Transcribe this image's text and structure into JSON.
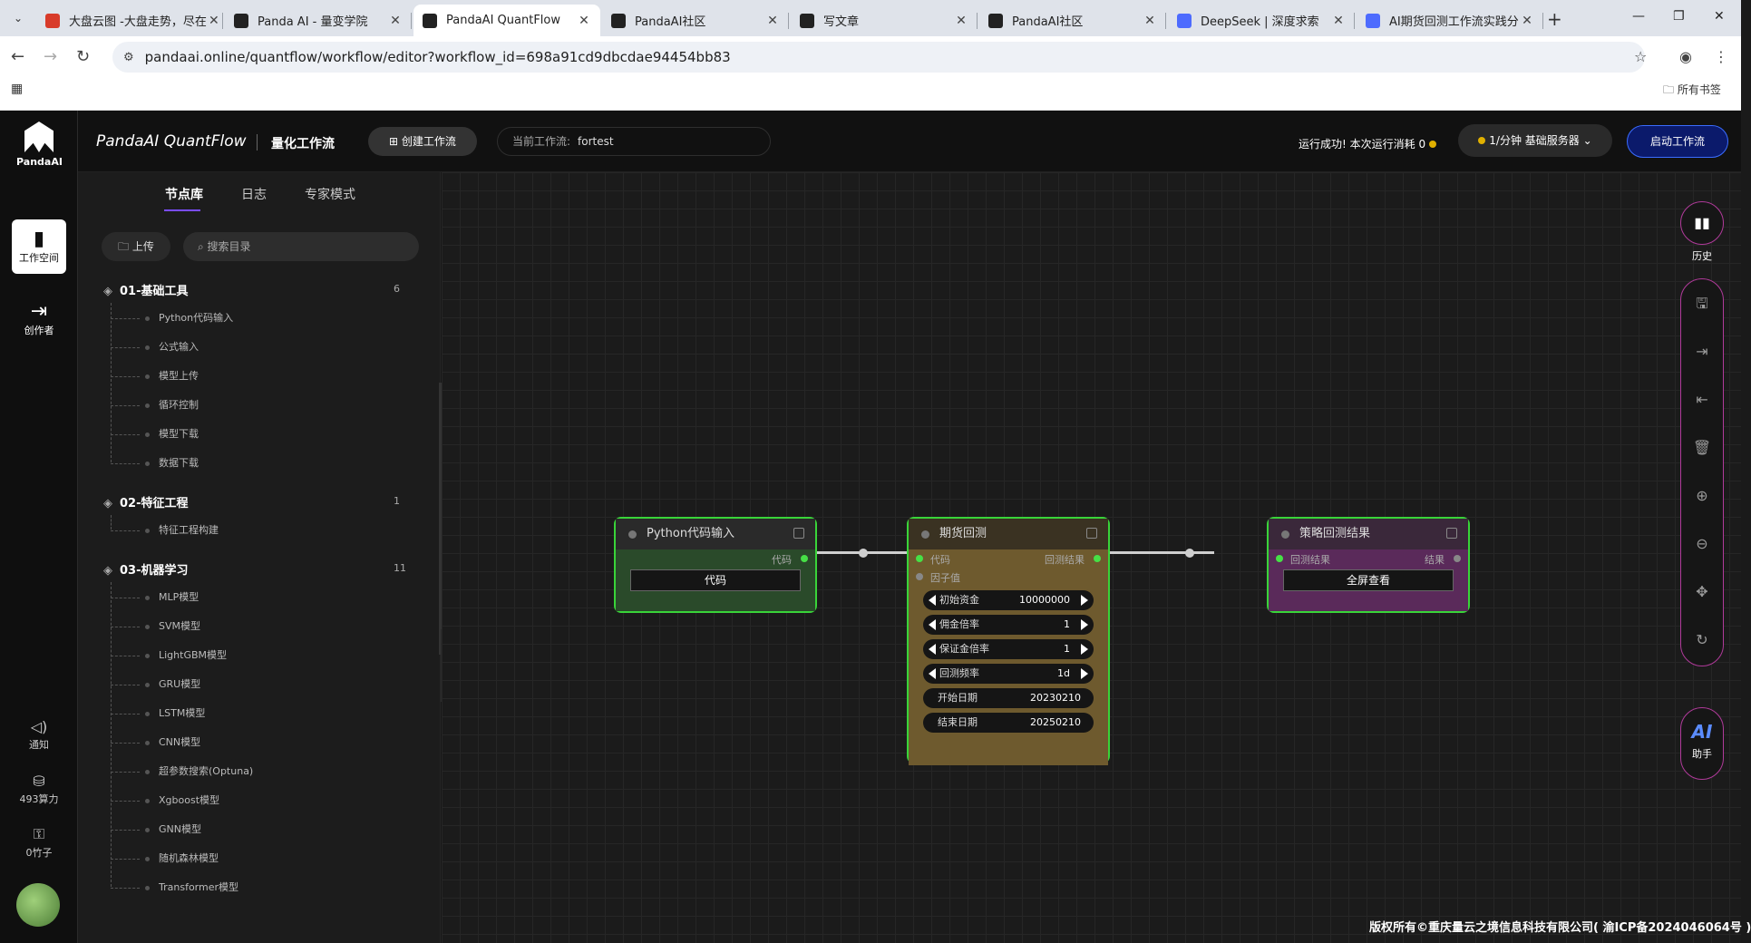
{
  "browser": {
    "tabs": [
      {
        "title": "大盘云图 -大盘走势，尽在",
        "icon": "chart-favicon",
        "color": "#d83b2a",
        "active": false
      },
      {
        "title": "Panda AI - 量变学院",
        "icon": "panda-favicon",
        "color": "#222222",
        "active": false
      },
      {
        "title": "PandaAI QuantFlow",
        "icon": "panda-favicon",
        "color": "#222222",
        "active": true
      },
      {
        "title": "PandaAI社区",
        "icon": "panda-favicon",
        "color": "#222222",
        "active": false
      },
      {
        "title": "写文章",
        "icon": "panda-favicon",
        "color": "#222222",
        "active": false
      },
      {
        "title": "PandaAI社区",
        "icon": "panda-favicon",
        "color": "#222222",
        "active": false
      },
      {
        "title": "DeepSeek | 深度求索",
        "icon": "deepseek-favicon",
        "color": "#4d6bfe",
        "active": false
      },
      {
        "title": "AI期货回测工作流实践分",
        "icon": "deepseek-favicon",
        "color": "#4d6bfe",
        "active": false
      }
    ],
    "url": "pandaai.online/quantflow/workflow/editor?workflow_id=698a91cd9dbcdae94454bb83",
    "bookmarks_label": "所有书签"
  },
  "rail": {
    "logo_name": "PandaAI",
    "workspace": "工作空间",
    "creator": "创作者",
    "notify": "通知",
    "compute": "493算力",
    "bamboo": "0竹子"
  },
  "header": {
    "brand": "PandaAI QuantFlow",
    "sub": "量化工作流",
    "create_btn": "创建工作流",
    "current_label": "当前工作流:",
    "current_value": "fortest",
    "status": "运行成功!  本次运行消耗 0",
    "server": "1/分钟  基础服务器",
    "start_btn": "启动工作流"
  },
  "panel": {
    "tabs": [
      "节点库",
      "日志",
      "专家模式"
    ],
    "upload": "上传",
    "search_placeholder": "搜索目录",
    "groups": [
      {
        "name": "01-基础工具",
        "count": "6",
        "items": [
          "Python代码输入",
          "公式输入",
          "模型上传",
          "循环控制",
          "模型下载",
          "数据下载"
        ]
      },
      {
        "name": "02-特征工程",
        "count": "1",
        "items": [
          "特征工程构建"
        ]
      },
      {
        "name": "03-机器学习",
        "count": "11",
        "items": [
          "MLP模型",
          "SVM模型",
          "LightGBM模型",
          "GRU模型",
          "LSTM模型",
          "CNN模型",
          "超参数搜索(Optuna)",
          "Xgboost模型",
          "GNN模型",
          "随机森林模型",
          "Transformer模型"
        ]
      }
    ]
  },
  "nodes": {
    "python": {
      "title": "Python代码输入",
      "out": "代码",
      "btn": "代码",
      "color": "#2a4a2a"
    },
    "futures": {
      "title": "期货回测",
      "in1": "代码",
      "in2": "因子值",
      "out": "回测结果",
      "params": [
        {
          "label": "初始资金",
          "value": "10000000",
          "stepper": true
        },
        {
          "label": "佣金倍率",
          "value": "1",
          "stepper": true
        },
        {
          "label": "保证金倍率",
          "value": "1",
          "stepper": true
        },
        {
          "label": "回测频率",
          "value": "1d",
          "stepper": true
        },
        {
          "label": "开始日期",
          "value": "20230210",
          "stepper": false
        },
        {
          "label": "结束日期",
          "value": "20250210",
          "stepper": false
        }
      ],
      "color": "#6e5a2e"
    },
    "result": {
      "title": "策略回测结果",
      "in": "回测结果",
      "out": "结果",
      "btn": "全屏查看",
      "color": "#5a2a5a"
    }
  },
  "toolbar": {
    "history": "历史",
    "ai_big": "AI",
    "ai_label": "助手"
  },
  "footer": "版权所有©重庆量云之境信息科技有限公司( 渝ICP备2024046064号 )"
}
